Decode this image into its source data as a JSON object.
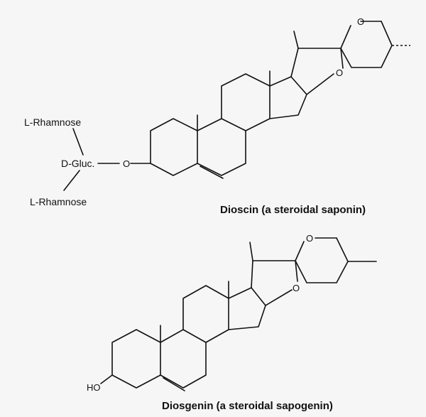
{
  "dioscin": {
    "sugar_top": "L-Rhamnose",
    "sugar_center": "D-Gluc.",
    "sugar_bottom": "L-Rhamnose",
    "oxygen_link": "O",
    "ring_oxygen_1": "O",
    "ring_oxygen_2": "O",
    "caption": "Dioscin (a steroidal saponin)"
  },
  "diosgenin": {
    "hydroxyl": "HO",
    "ring_oxygen_1": "O",
    "ring_oxygen_2": "O",
    "caption": "Diosgenin (a steroidal sapogenin)"
  }
}
